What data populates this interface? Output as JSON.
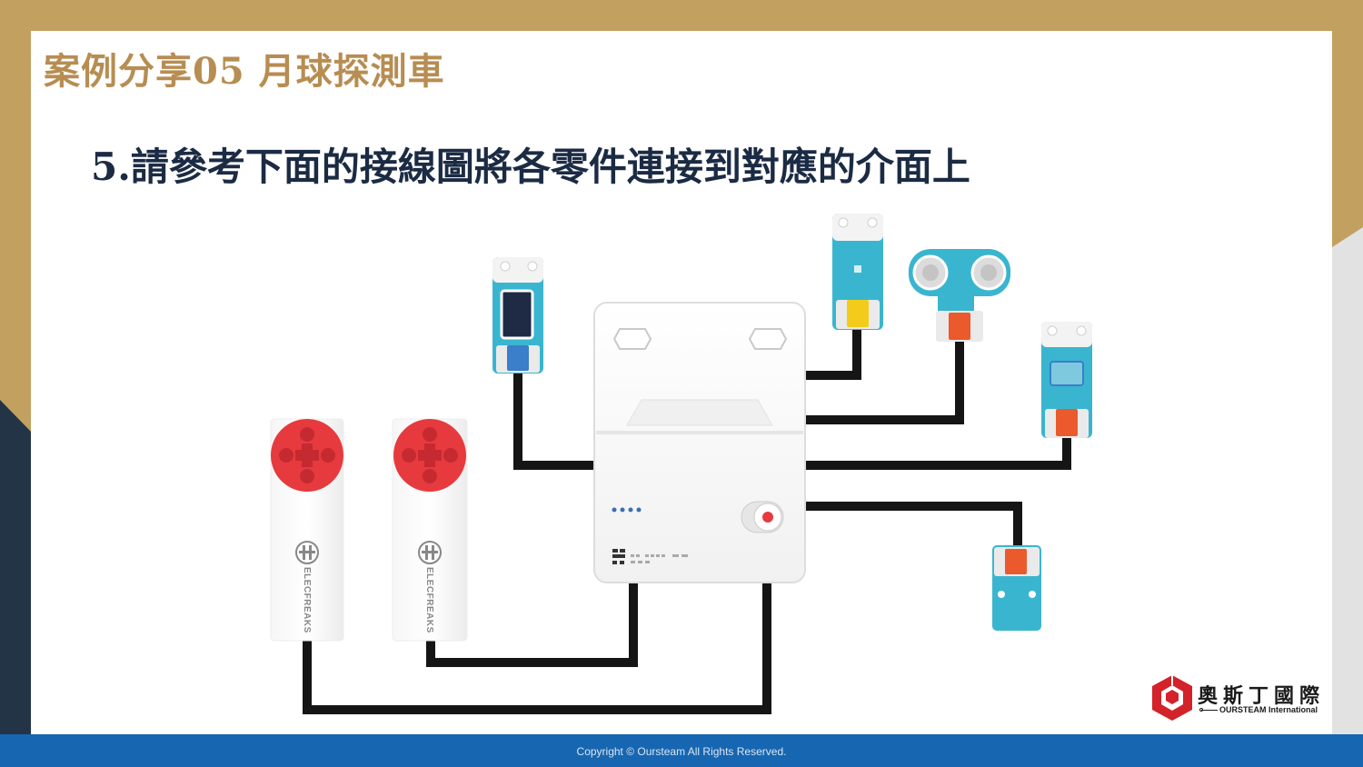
{
  "slide": {
    "title": "案例分享05 月球探測車",
    "subtitle": "5.請參考下面的接線圖將各零件連接到對應的介面上"
  },
  "motors": [
    {
      "brand": "ELECFREAKS"
    },
    {
      "brand": "ELECFREAKS"
    }
  ],
  "logo": {
    "name_cn": "奧斯丁國際",
    "name_en": "OURSTEAM International"
  },
  "footer": {
    "copyright": "Copyright © Oursteam All Rights Reserved."
  },
  "colors": {
    "title": "#b78d52",
    "subtitle": "#1c2b44",
    "footer": "#1766b1",
    "module_teal": "#3ab5cf",
    "motor_red": "#e63a3f",
    "wire": "#151515",
    "logo_red": "#d3222a"
  },
  "icons": {
    "logo": "cube-logo-icon",
    "oled": "oled-screen-icon",
    "ultrasonic": "ultrasonic-eyes-icon"
  }
}
